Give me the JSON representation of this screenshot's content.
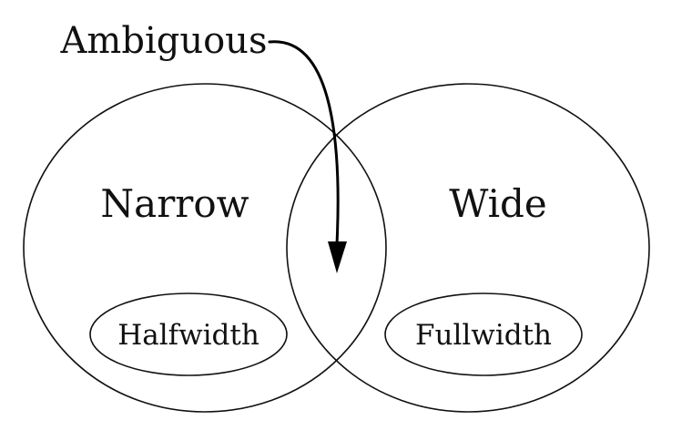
{
  "diagram": {
    "labels": {
      "ambiguous": "Ambiguous",
      "narrow": "Narrow",
      "wide": "Wide",
      "halfwidth": "Halfwidth",
      "fullwidth": "Fullwidth"
    },
    "colors": {
      "stroke": "#111111",
      "arrow": "#000000",
      "text": "#111111",
      "background": "#ffffff"
    }
  }
}
